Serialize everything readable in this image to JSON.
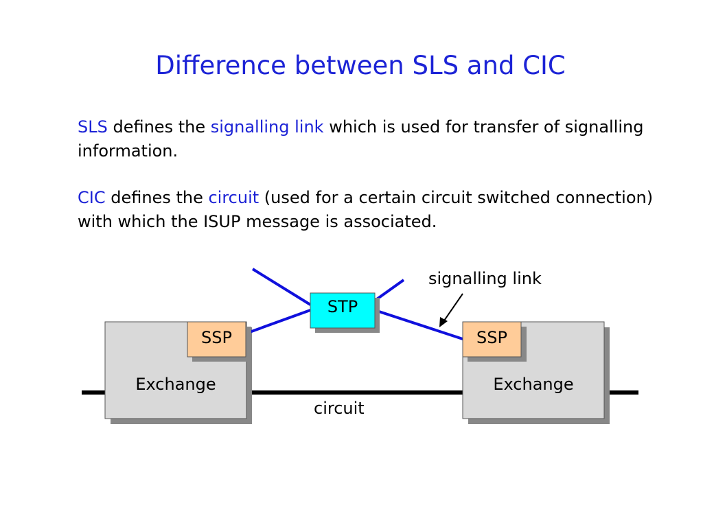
{
  "slide": {
    "title": "Difference between SLS and CIC"
  },
  "paragraphs": {
    "sls": {
      "term": "SLS",
      "text1": " defines the ",
      "term2": "signalling link",
      "text2": " which is used for transfer of signalling information."
    },
    "cic": {
      "term": "CIC",
      "text1": " defines the ",
      "term2": "circuit",
      "text2": " (used for a certain circuit switched connection) with which the ISUP message is associated."
    }
  },
  "diagram": {
    "stp_label": "STP",
    "ssp_left_label": "SSP",
    "ssp_right_label": "SSP",
    "exchange_left_label": "Exchange",
    "exchange_right_label": "Exchange",
    "signalling_link_label": "signalling link",
    "circuit_label": "circuit"
  },
  "colors": {
    "accent_blue": "#1c23d6",
    "link_blue": "#1010dd",
    "stp_fill": "#00ffff",
    "ssp_fill": "#ffcc99",
    "exchange_fill": "#d9d9d9",
    "shadow": "#888888"
  }
}
